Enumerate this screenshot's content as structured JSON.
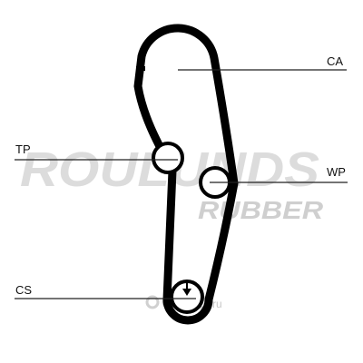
{
  "diagram": {
    "type": "timing-belt-routing",
    "labels": {
      "camshaft": "CA",
      "tensioner": "TP",
      "water_pump": "WP",
      "crankshaft": "CS"
    },
    "watermark": {
      "brand_line1": "ROULUNDS",
      "brand_line2": "RUBBER",
      "site_text": "ru"
    }
  },
  "colors": {
    "belt": "#000000",
    "pulley_fill": "#ffffff",
    "leader_line": "#222222",
    "label_text": "#111111",
    "watermark": "#d3d3d3"
  }
}
